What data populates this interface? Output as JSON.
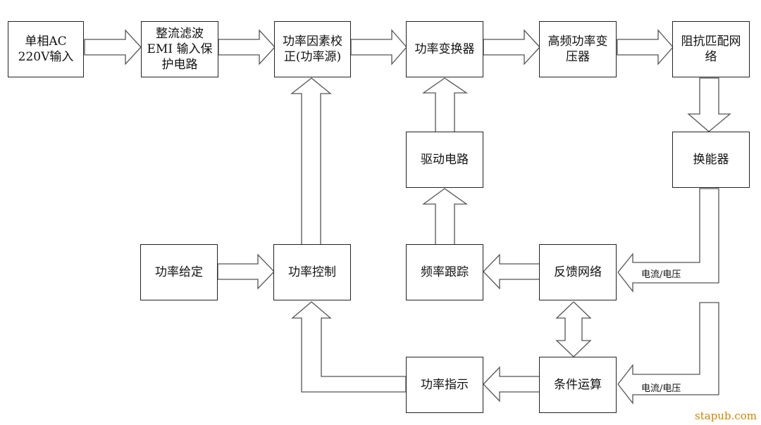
{
  "blocks": {
    "ac_input": "单相AC\n220V输入",
    "emi_filter": "整流滤波\nEMI 输入保\n护电路",
    "pfc": "功率因素校\n正(功率源)",
    "power_converter": "功率变换器",
    "hf_transformer": "高频功率变\n压器",
    "impedance_match": "阻抗匹配网\n络",
    "drive_circuit": "驱动电路",
    "transducer": "换能器",
    "power_setpoint": "功率给定",
    "power_control": "功率控制",
    "freq_tracking": "频率跟踪",
    "feedback_network": "反馈网络",
    "power_indicator": "功率指示",
    "condition_calc": "条件运算"
  },
  "labels": {
    "feedback_signal": "电流/电压",
    "condition_signal": "电流/电压"
  },
  "watermark": "stapub.com"
}
